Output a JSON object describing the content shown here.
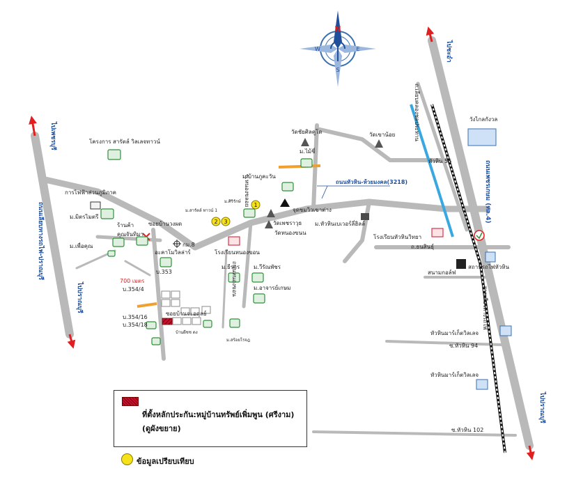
{
  "compass": {
    "n": "N",
    "s": "S",
    "e": "E",
    "w": "W"
  },
  "highways": {
    "left_top": "ไปเพชรบุรี",
    "left_road": "ถนนเลียบทางรถไฟ-ปราณบุรี",
    "left_bottom": "ไปปราณบุรี",
    "right_top": "ไปชะอำ",
    "right_road": "ถนนเพชรเกษม (ทล.4)",
    "right_bottom": "ไปปราณบุรี"
  },
  "roads": {
    "main": "ถนนหัวหิน-ห้วยมงคล(3218)",
    "rail_road": "ถ.เลียบคลองชลประทาน",
    "soi_56": "หัวหิน 56",
    "soi_94": "ซ.หัวหิน 94",
    "soi_102": "ซ.หัวหิน 102",
    "soi_jamroen": "ซอยบ้านจะอดุลย์",
    "soi_ban_nong_khon": "ซอยบ้านหนองขลอย",
    "ban_nong_khon_road": "ถนนหนองขอน",
    "soi_nong_khon": "ซ.หนองขลอย",
    "rail_line": "สายเดียวทางรถไฟ",
    "soi_thammasin": "ถ.ธนสินธุ์",
    "distance": "700 เมตร"
  },
  "places": {
    "sirarat": "โครงการ สารัตล์ วิลเลจทาวน์",
    "electricity": "การไฟฟ้าส่วนภูมิภาค",
    "mitr": "ม.มิตรไมตรี",
    "phuenkhun": "ม.เพื่อคุณ",
    "shop": "ร้านค้า",
    "khunchan": "คุณจันทิมา",
    "ban_phang": "ซอยบ้านวงผด",
    "mai_ming": "อะคาโมวิลล่าร์",
    "km8": "กม.8",
    "b353": "บ.353",
    "b354_4": "บ.354/4",
    "b354_16": "บ.354/16",
    "b354_18": "บ.354/18",
    "ban_sw": "บ้านผืชช ดง",
    "wat_sri": "วัดชัยศิลคูโด",
    "m_maisri": "ม.ไม้ชี่",
    "m_phukha": "ม.บ้านภูคะวัน",
    "m_sirirat": "ม.ศิริรักษ์",
    "m_sarat_town": "ม.สารัตล์ ทาวน์ 1",
    "chedi": "จุดชมวิวเขาต่าง",
    "wat_phet": "วัดเพชราวุธ",
    "wat_nong": "วัดหนองขนน",
    "school1": "โรงเรียนหนองขอน",
    "m_thirakon": "ม.ธีรกร",
    "m_wiraphan": "ม.วีรัณพัชร",
    "m_archarn": "ม.อาจารย์เกษม",
    "m_small": "ม.สร้อยโรจฎ",
    "wat_khao_noi": "วัดเขาน้อย",
    "m_huahin_bay": "ม.หัวหินเบเวอร์ลี่ฮิลล์",
    "school2": "โรงเรียนหัวหินวิทยา",
    "palace": "วังไกลกังวล",
    "golf": "สนามกอล์ฟ",
    "station": "สถานีรถไฟหัวหิน",
    "market1": "หัวหินมาร์เก็ตวิลเลจ",
    "market2": "หัวหินมาร์เก็ตวิลเลจ"
  },
  "markers": [
    "1",
    "2",
    "3"
  ],
  "legend": {
    "collateral_line1": "ที่ตั้งหลักประกัน:หมู่บ้านทรัพย์เพิ่มพูน (ศรีงาม)",
    "collateral_line2": "(ดูผังขยาย)",
    "compare": "ข้อมูลเปรียบเทียบ"
  },
  "colors": {
    "road": "#b9b9b9",
    "highway_arrow": "#e02020",
    "road_label": "#1f4e9b",
    "canal": "#3aa8e0",
    "soi_marker": "#f0a030",
    "collateral": "#c8102e",
    "compare_dot": "#f6e21a",
    "village_icon": "#2d8f3a"
  }
}
